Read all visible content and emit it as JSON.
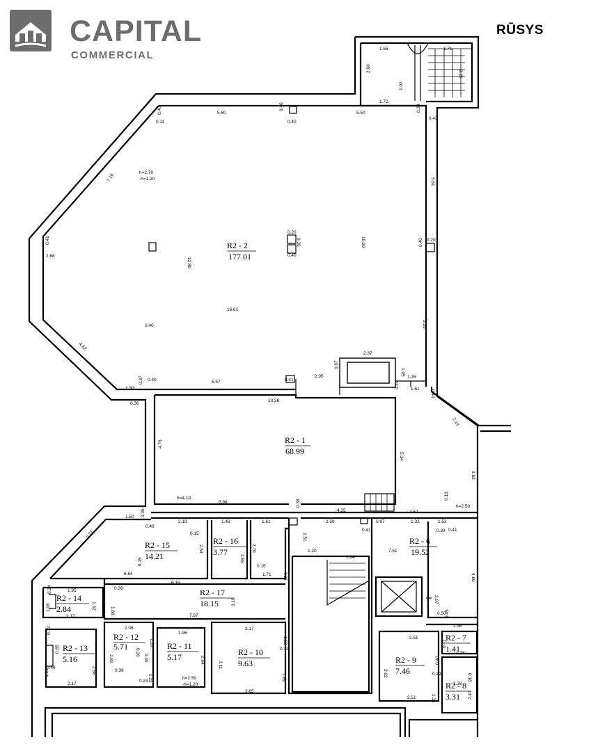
{
  "brand": {
    "name": "CAPITAL",
    "subtitle": "COMMERCIAL"
  },
  "floor_label": "RŪSYS",
  "rooms": [
    {
      "id": "R2 - 2",
      "area": "177.01"
    },
    {
      "id": "R2 - 1",
      "area": "68.99"
    },
    {
      "id": "R2 - 15",
      "area": "14.21"
    },
    {
      "id": "R2 - 16",
      "area": "3.77"
    },
    {
      "id": "R2 - 6",
      "area": "19.52"
    },
    {
      "id": "R2 - 17",
      "area": "18.15"
    },
    {
      "id": "R2 - 14",
      "area": "2.84"
    },
    {
      "id": "R2 - 13",
      "area": "5.16"
    },
    {
      "id": "R2 - 12",
      "area": "5.71"
    },
    {
      "id": "R2 - 11",
      "area": "5.17"
    },
    {
      "id": "R2 - 10",
      "area": "9.63"
    },
    {
      "id": "R2 - 9",
      "area": "7.46"
    },
    {
      "id": "R2 - 7",
      "area": "1.41"
    },
    {
      "id": "R2 - 8",
      "area": "3.31"
    }
  ],
  "dimensions": [
    "1.65",
    "1.71",
    "2.60",
    "2.29",
    "1.02",
    "1.72",
    "0.34",
    "0.42",
    "0.40",
    "0.11",
    "5.60",
    "0.40",
    "0.40",
    "5.50",
    "7.16",
    "h=2.70",
    "-h=1.20",
    "5.61",
    "0.20",
    "0.39",
    "0.40",
    "0.40",
    "10.90",
    "0.20",
    "0.41",
    "2.68",
    "12.89",
    "0.40",
    "16.61",
    "5.55",
    "4.62",
    "2.37",
    "1.05",
    "0.97",
    "2.05",
    "0.41",
    "1.30",
    "0.37",
    "0.40",
    "5.57",
    "1.35",
    "1.61",
    "0.49",
    "0.40",
    "0.36",
    "10.36",
    "2.14",
    "4.76",
    "5.14",
    "3.62",
    "h=4.10",
    "5.98",
    "4.25",
    "0.38",
    "0.18",
    "3.52",
    "h=2.50",
    "1.50",
    "0.36",
    "0.40",
    "2.19",
    "1.48",
    "1.61",
    "2.59",
    "0.97",
    "1.32",
    "0.41",
    "1.53",
    "0.15",
    "2.54",
    "2.55",
    "1.51",
    "2.70",
    "0.41",
    "0.39",
    "2.77",
    "1.20",
    "1.84",
    "7.51",
    "0.15",
    "1.71",
    "4.38",
    "4.80",
    "6.64",
    "6.16",
    "0.15",
    "2.07",
    "1.95",
    "0.24",
    "0.39",
    "1.32",
    "1.68",
    "1.06",
    "2.17",
    "7.87",
    "0.16",
    "0.50",
    "0.45",
    "1.36",
    "2.06",
    "1.96",
    "3.17",
    "0.72",
    "1.20",
    "0.26",
    "1.22",
    "0.12",
    "2.51",
    "0.41",
    "1.38",
    "0.65",
    "2.82",
    "0.39",
    "2.64",
    "3.11",
    "3.02",
    "0.40",
    "0.16",
    "0.46",
    "0.99",
    "2.56",
    "0.39",
    "1.22",
    "1.89",
    "0.29",
    "1.38",
    "2.17",
    "0.24",
    "h=2.50",
    "-h=1.20",
    "3.65",
    "1.31",
    "2.51",
    "2.40"
  ]
}
